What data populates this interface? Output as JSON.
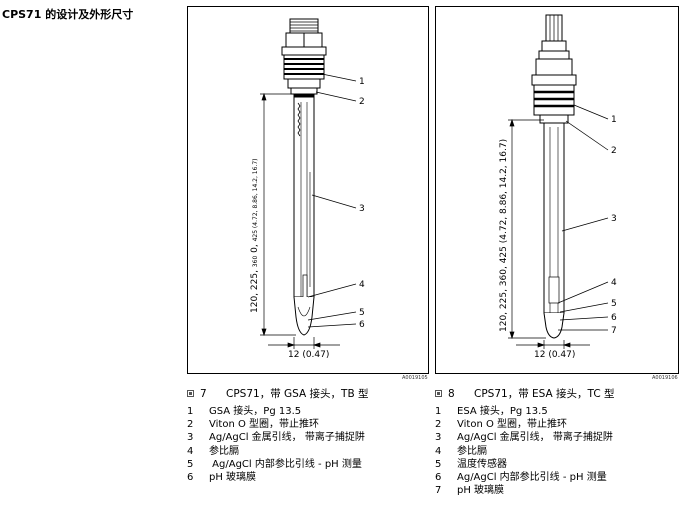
{
  "heading": "CPS71 的设计及外形尺寸",
  "figures": [
    {
      "fig_number": "7",
      "title": "CPS71，带 GSA 接头，TB 型",
      "figure_id": "A0019105",
      "dimension_label": "12 (0.47)",
      "vertical_label_main": "120, 225, ",
      "vertical_label_small1": "360",
      "vertical_label_mid": " 0, ",
      "vertical_label_small2": "425 (4.72, 8.86, 14.2, 16.7)",
      "vertical_label": "120, 225, 360, 425 (4.72, 8.86, 14.2, 16.7)",
      "callouts": [
        "1",
        "2",
        "3",
        "4",
        "5",
        "6"
      ],
      "legend": [
        {
          "num": "1",
          "text": "GSA 接头，Pg 13.5"
        },
        {
          "num": "2",
          "text": "Viton O 型圈，带止推环"
        },
        {
          "num": "3",
          "text": "Ag/AgCl 金属引线，  带离子捕捉阱"
        },
        {
          "num": "4",
          "text": "参比膈"
        },
        {
          "num": "5",
          "text": " Ag/AgCl 内部参比引线 - pH 测量"
        },
        {
          "num": "6",
          "text": "pH 玻璃膜"
        }
      ]
    },
    {
      "fig_number": "8",
      "title": "CPS71，带 ESA 接头，TC 型",
      "figure_id": "A0019106",
      "dimension_label": "12 (0.47)",
      "vertical_label": "120, 225, 360, 425 (4.72, 8.86, 14.2, 16.7)",
      "callouts": [
        "1",
        "2",
        "3",
        "4",
        "5",
        "6",
        "7"
      ],
      "legend": [
        {
          "num": "1",
          "text": "ESA 接头，Pg 13.5"
        },
        {
          "num": "2",
          "text": "Viton O 型圈，带止推环"
        },
        {
          "num": "3",
          "text": "Ag/AgCl 金属引线，  带离子捕捉阱"
        },
        {
          "num": "4",
          "text": "参比膈"
        },
        {
          "num": "5",
          "text": "温度传感器"
        },
        {
          "num": "6",
          "text": "Ag/AgCl 内部参比引线 - pH 测量"
        },
        {
          "num": "7",
          "text": "pH 玻璃膜"
        }
      ]
    }
  ]
}
